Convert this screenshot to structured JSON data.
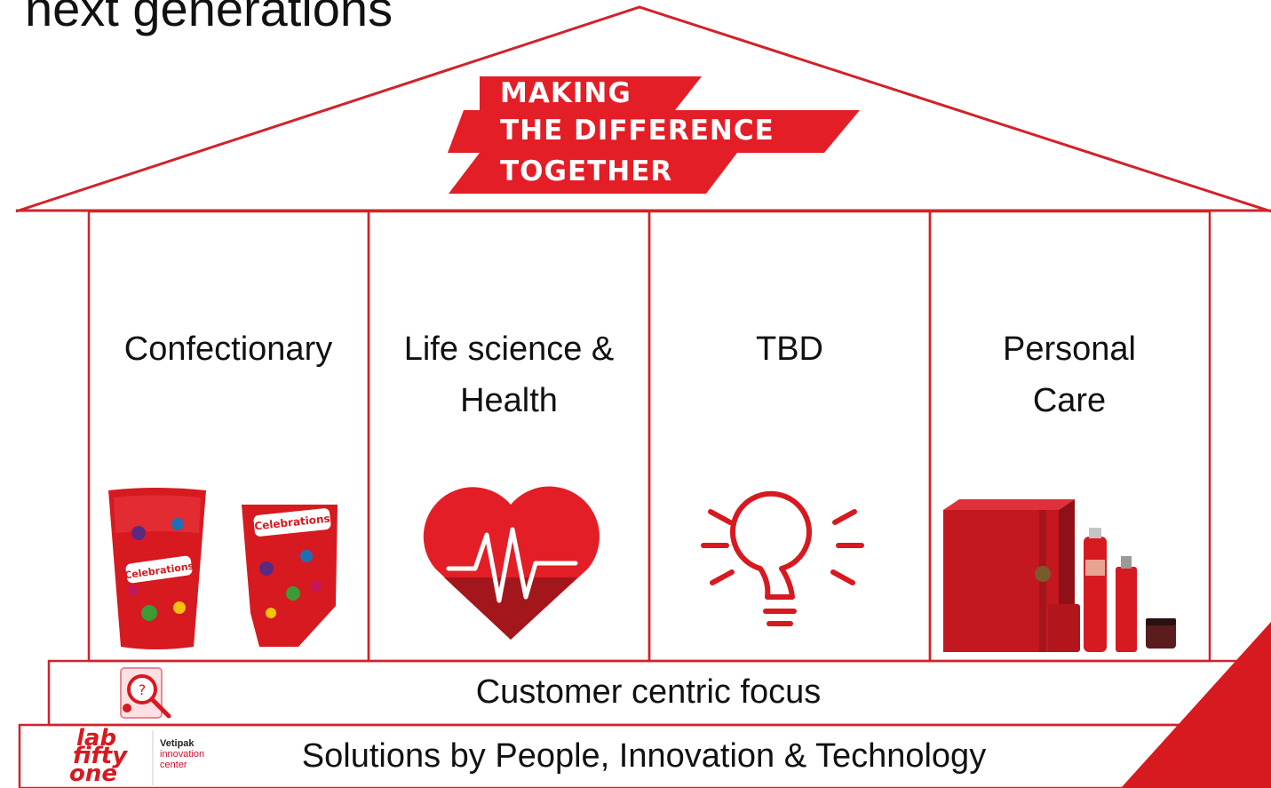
{
  "slide": {
    "title": "next generations"
  },
  "banner": {
    "line1": "MAKING",
    "line2": "THE DIFFERENCE",
    "line3": "TOGETHER"
  },
  "pillars": [
    {
      "label_lines": [
        "Confectionary"
      ],
      "icon": "candy-boxes-icon"
    },
    {
      "label_lines": [
        "Life science &",
        "Health"
      ],
      "icon": "heart-pulse-icon"
    },
    {
      "label_lines": [
        "TBD"
      ],
      "icon": "lightbulb-icon"
    },
    {
      "label_lines": [
        "Personal",
        "Care"
      ],
      "icon": "cosmetics-giftset-icon"
    }
  ],
  "foundation": {
    "customer": "Customer centric focus",
    "solutions": "Solutions by People, Innovation & Technology",
    "customer_icon": "customer-search-icon"
  },
  "logo": {
    "lab_line1": "lab",
    "lab_line2": "fifty",
    "lab_line3": "one",
    "vetipak_name": "Vetipak",
    "vetipak_sub1": "innovation",
    "vetipak_sub2": "center"
  },
  "colors": {
    "accent": "#d71920",
    "dark_red": "#a3161b",
    "line": "#d0232a"
  }
}
